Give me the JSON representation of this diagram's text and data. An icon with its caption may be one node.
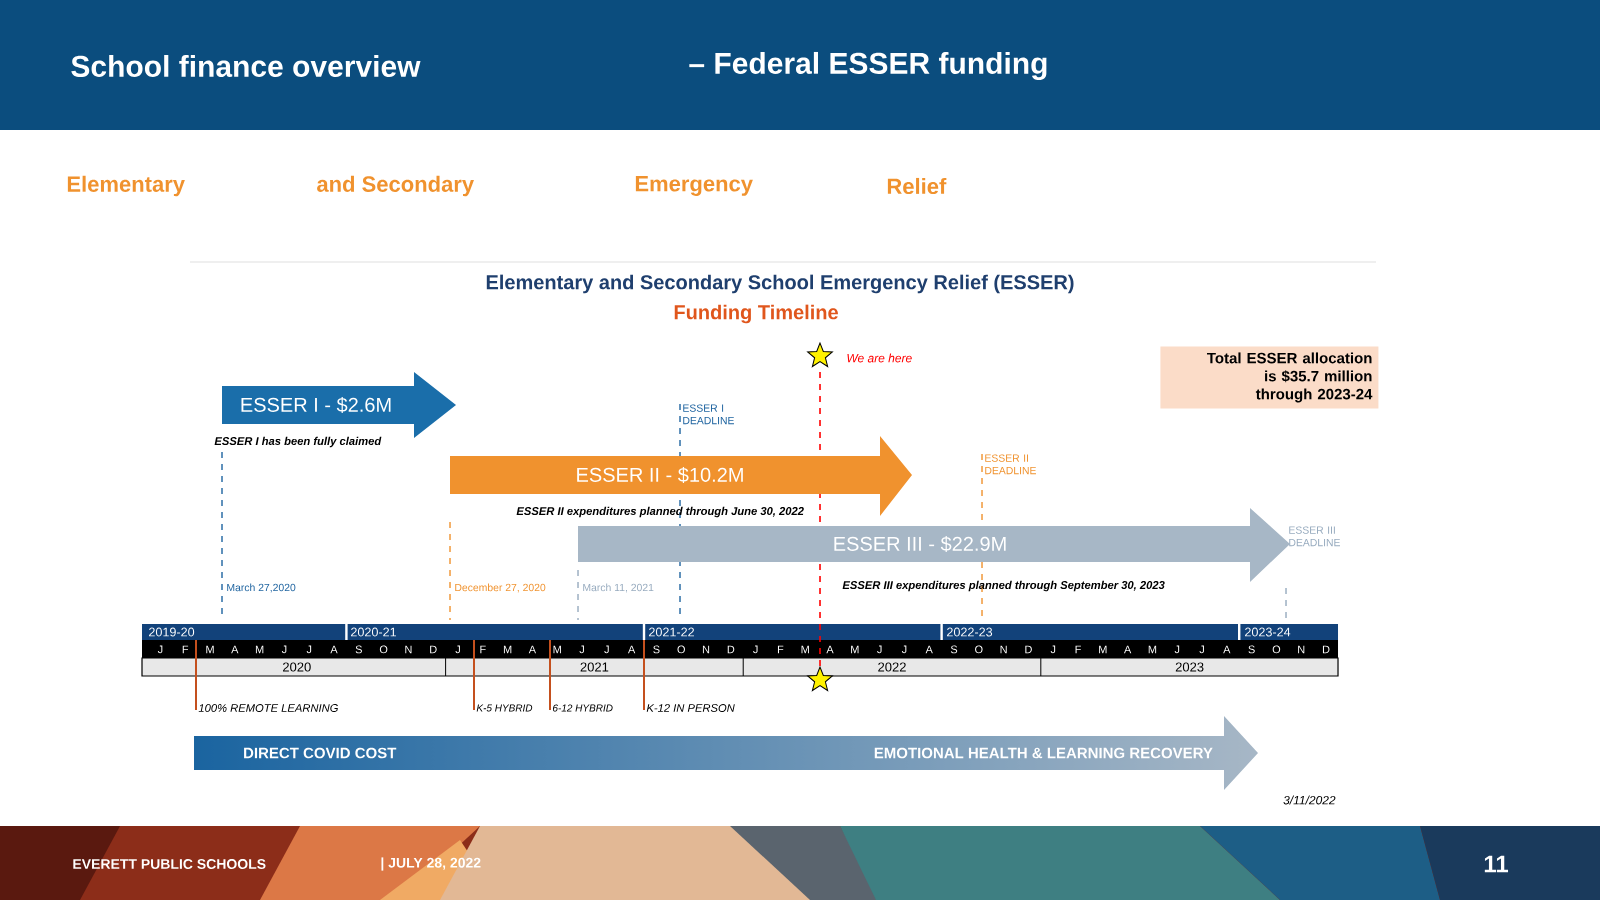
{
  "diagram": {
    "title": "Elementary and Secondary School Emergency Relief (ESSER)",
    "nodes": [
      {
        "text": [
          "ESSER I - $2.6M"
        ],
        "beside": [
          "ESSER I has been fully claimed"
        ]
      },
      {
        "text": [
          "ESSER II - $10.2M"
        ],
        "beside": [
          "ESSER II expenditures planned through June 30, 2022"
        ]
      },
      {
        "text": [
          "ESSER III - $22.9M"
        ],
        "beside": [
          "ESSER III expenditures planned through September 30, 2023"
        ]
      },
      {
        "text": [
          "DIRECT COVID COST",
          "EMOTIONAL HEALTH & LEARNING RECOVERY"
        ]
      },
      {
        "text": [
          "Total ESSER allocation is $35.7 million through 2023-24"
        ]
      }
    ],
    "labels": [
      "School finance overview",
      "– Federal ESSER funding",
      "Elementary",
      "and Secondary",
      "Emergency",
      "Relief",
      "Funding Timeline",
      "We are here",
      "ESSER I DEADLINE",
      "ESSER II DEADLINE",
      "ESSER III DEADLINE",
      "March 27,2020",
      "December 27, 2020",
      "March 11, 2021",
      "2019-20",
      "2020-21",
      "2021-22",
      "2022-23",
      "2023-24",
      "J",
      "F",
      "M",
      "A",
      "M",
      "J",
      "J",
      "A",
      "S",
      "O",
      "N",
      "D",
      "J",
      "F",
      "M",
      "A",
      "M",
      "J",
      "J",
      "A",
      "S",
      "O",
      "N",
      "D",
      "J",
      "F",
      "M",
      "A",
      "M",
      "J",
      "J",
      "A",
      "S",
      "O",
      "N",
      "D",
      "J",
      "F",
      "M",
      "A",
      "M",
      "J",
      "J",
      "A",
      "S",
      "O",
      "N",
      "D",
      "2020",
      "2021",
      "2022",
      "2023",
      "100% REMOTE LEARNING",
      "K-5 HYBRID",
      "6-12 HYBRID",
      "K-12 IN PERSON",
      "3/11/2022",
      "EVERETT PUBLIC SCHOOLS",
      "| JULY 28, 2022",
      "11"
    ]
  }
}
